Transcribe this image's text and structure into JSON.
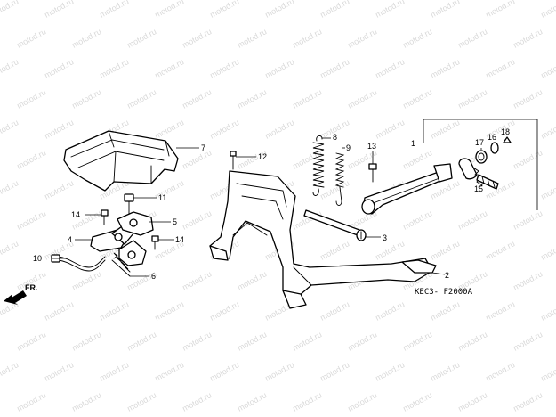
{
  "watermark": "motod.ru",
  "diagram_code": "KEC3- F2000A",
  "direction": {
    "label": "FR.",
    "icon": "front-direction-arrow-icon"
  },
  "callouts": [
    {
      "id": "c1",
      "label": "1"
    },
    {
      "id": "c2",
      "label": "2"
    },
    {
      "id": "c3",
      "label": "3"
    },
    {
      "id": "c4",
      "label": "4"
    },
    {
      "id": "c5",
      "label": "5"
    },
    {
      "id": "c6",
      "label": "6"
    },
    {
      "id": "c7",
      "label": "7"
    },
    {
      "id": "c8",
      "label": "8"
    },
    {
      "id": "c9",
      "label": "9"
    },
    {
      "id": "c10",
      "label": "10"
    },
    {
      "id": "c11",
      "label": "11"
    },
    {
      "id": "c12",
      "label": "12"
    },
    {
      "id": "c13",
      "label": "13"
    },
    {
      "id": "c14a",
      "label": "14"
    },
    {
      "id": "c14b",
      "label": "14"
    },
    {
      "id": "c15",
      "label": "15"
    },
    {
      "id": "c16",
      "label": "16"
    },
    {
      "id": "c17",
      "label": "17"
    },
    {
      "id": "c18",
      "label": "18"
    }
  ]
}
